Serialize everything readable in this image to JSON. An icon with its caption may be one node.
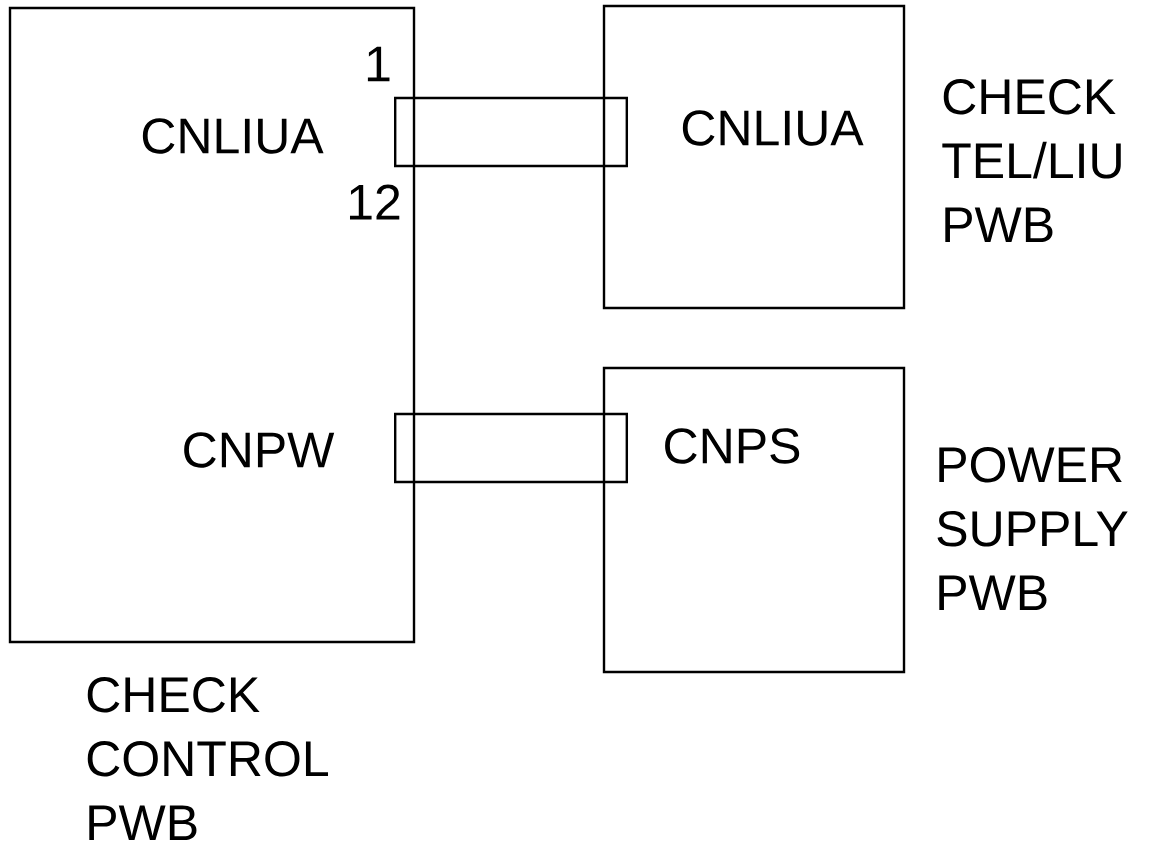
{
  "diagram": {
    "nodes": [
      {
        "text": [
          "CNLIUA",
          "CNPW"
        ],
        "beside": [
          "CHECK CONTROL PWB"
        ]
      },
      {
        "text": [
          "CNLIUA"
        ],
        "beside": [
          "CHECK TEL/LIU PWB"
        ]
      },
      {
        "text": [
          "CNPS"
        ],
        "beside": [
          "POWER SUPPLY PWB"
        ]
      }
    ],
    "edges": [
      {
        "from": 0,
        "to": 1,
        "arrow": "none"
      },
      {
        "from": 0,
        "to": 2,
        "arrow": "none"
      }
    ],
    "labels": [
      "1",
      "12"
    ]
  }
}
